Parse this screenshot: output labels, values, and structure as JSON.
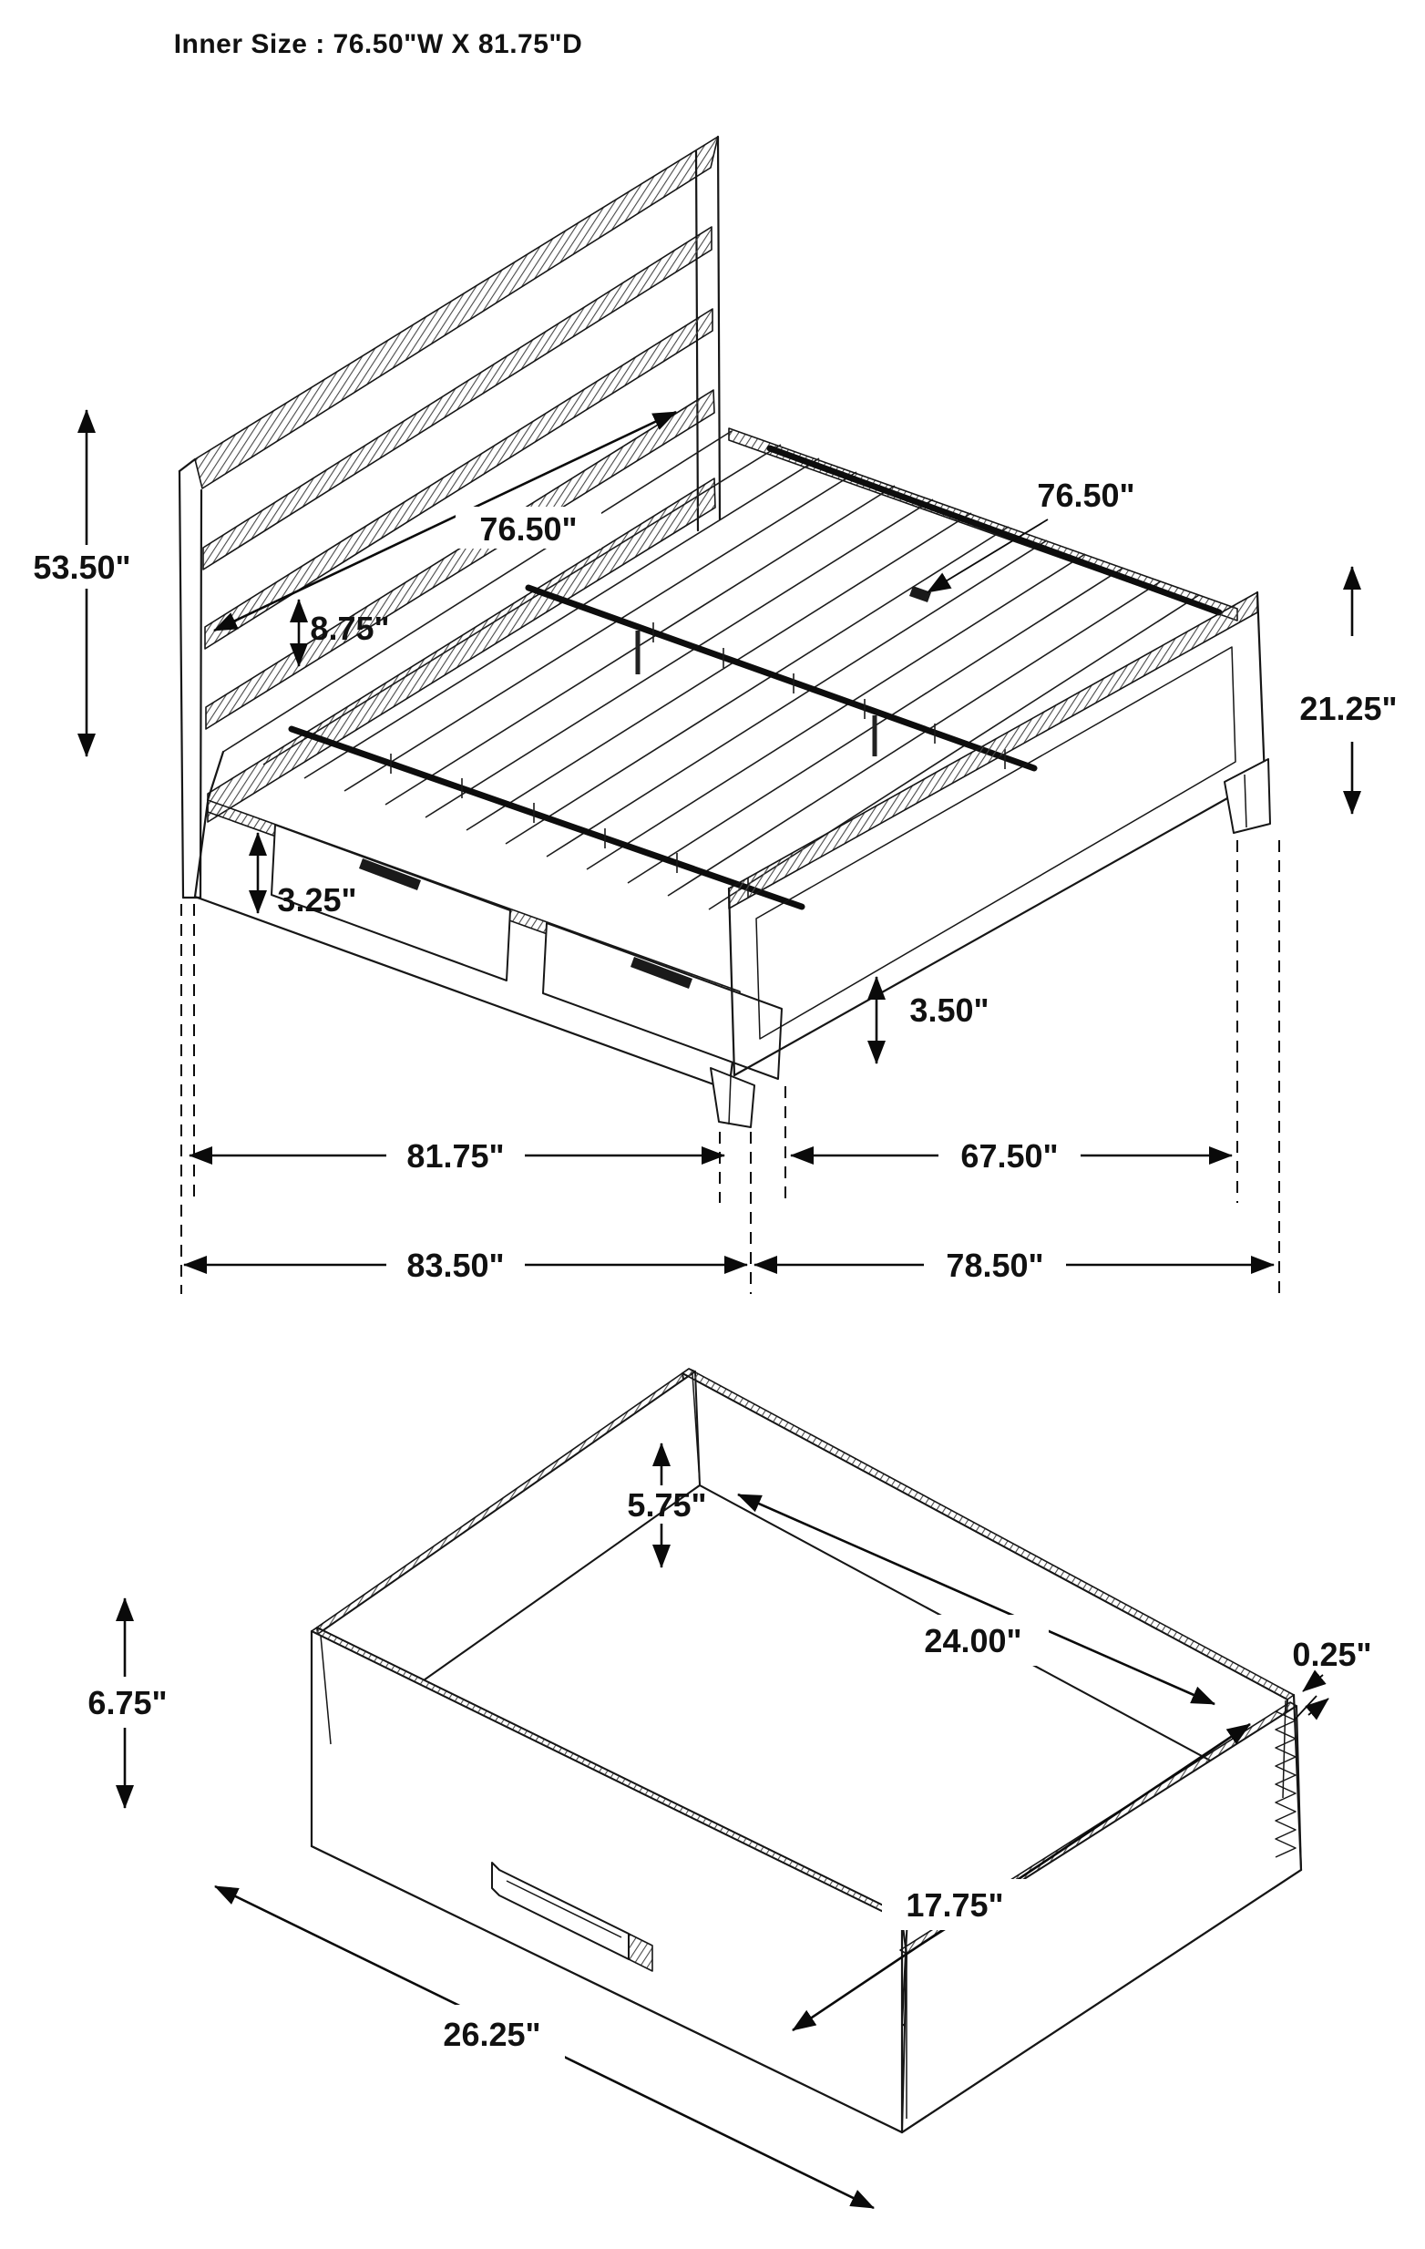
{
  "title": "Inner Size : 76.50\"W X 81.75\"D",
  "bed": {
    "headboard_height": "53.50\"",
    "headboard_width_diagonal": "76.50\"",
    "headboard_above_slats": "8.75\"",
    "slat_width_callout": "76.50\"",
    "footboard_height": "21.25\"",
    "drawer_face_height": "3.25\"",
    "footboard_ground_clearance": "3.50\"",
    "inner_depth": "81.75\"",
    "footboard_side_span": "67.50\"",
    "overall_depth": "83.50\"",
    "overall_width": "78.50\""
  },
  "drawer": {
    "front_height": "6.75\"",
    "inner_wall_height": "5.75\"",
    "inner_width": "24.00\"",
    "wall_thickness": "0.25\"",
    "inner_depth": "17.75\"",
    "front_width": "26.25\""
  }
}
